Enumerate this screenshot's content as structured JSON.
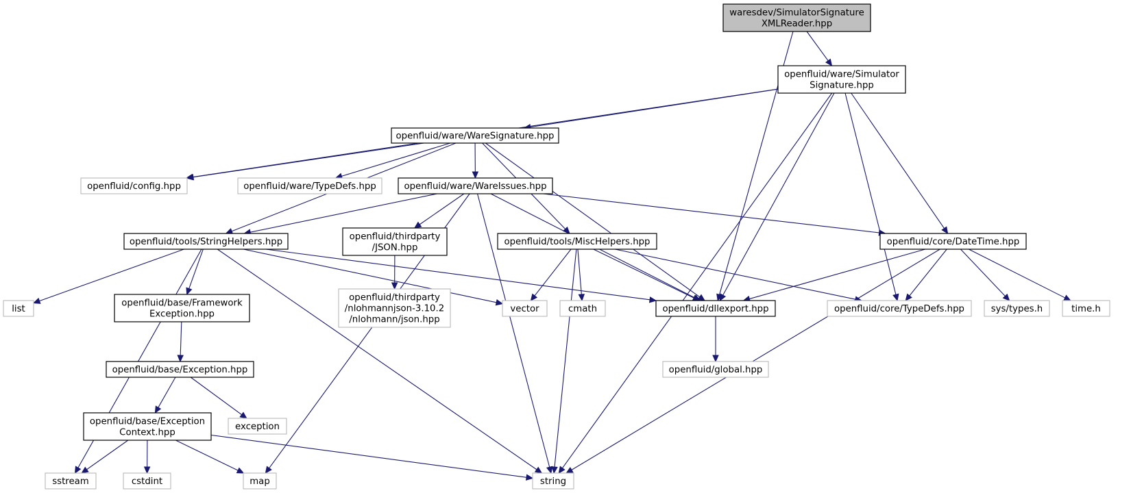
{
  "colors": {
    "edge": "#191970",
    "documented_border": "#000000",
    "external_border": "#bfbfbf",
    "root_fill": "#bfbfbf",
    "node_fill": "#ffffff",
    "text": "#000000"
  },
  "nodes": {
    "root": {
      "lines": [
        "waresdev/SimulatorSignature",
        "XMLReader.hpp"
      ],
      "kind": "root"
    },
    "simsig": {
      "lines": [
        "openfluid/ware/Simulator",
        "Signature.hpp"
      ],
      "kind": "documented"
    },
    "waresig": {
      "lines": [
        "openfluid/ware/WareSignature.hpp"
      ],
      "kind": "documented"
    },
    "config": {
      "lines": [
        "openfluid/config.hpp"
      ],
      "kind": "external"
    },
    "waretypedefs": {
      "lines": [
        "openfluid/ware/TypeDefs.hpp"
      ],
      "kind": "external"
    },
    "wareissues": {
      "lines": [
        "openfluid/ware/WareIssues.hpp"
      ],
      "kind": "documented"
    },
    "stringhelpers": {
      "lines": [
        "openfluid/tools/StringHelpers.hpp"
      ],
      "kind": "documented"
    },
    "json": {
      "lines": [
        "openfluid/thirdparty",
        "/JSON.hpp"
      ],
      "kind": "documented"
    },
    "mischelpers": {
      "lines": [
        "openfluid/tools/MiscHelpers.hpp"
      ],
      "kind": "documented"
    },
    "datetime": {
      "lines": [
        "openfluid/core/DateTime.hpp"
      ],
      "kind": "documented"
    },
    "list": {
      "lines": [
        "list"
      ],
      "kind": "external"
    },
    "fwexception": {
      "lines": [
        "openfluid/base/Framework",
        "Exception.hpp"
      ],
      "kind": "documented"
    },
    "nlohmann": {
      "lines": [
        "openfluid/thirdparty",
        "/nlohmannjson-3.10.2",
        "/nlohmann/json.hpp"
      ],
      "kind": "external"
    },
    "vector": {
      "lines": [
        "vector"
      ],
      "kind": "external"
    },
    "cmath": {
      "lines": [
        "cmath"
      ],
      "kind": "external"
    },
    "dllexport": {
      "lines": [
        "openfluid/dllexport.hpp"
      ],
      "kind": "documented"
    },
    "coretypedefs": {
      "lines": [
        "openfluid/core/TypeDefs.hpp"
      ],
      "kind": "external"
    },
    "systypes": {
      "lines": [
        "sys/types.h"
      ],
      "kind": "external"
    },
    "timeh": {
      "lines": [
        "time.h"
      ],
      "kind": "external"
    },
    "exception_hpp": {
      "lines": [
        "openfluid/base/Exception.hpp"
      ],
      "kind": "documented"
    },
    "globalhpp": {
      "lines": [
        "openfluid/global.hpp"
      ],
      "kind": "external"
    },
    "exccontext": {
      "lines": [
        "openfluid/base/Exception",
        "Context.hpp"
      ],
      "kind": "documented"
    },
    "exception_std": {
      "lines": [
        "exception"
      ],
      "kind": "external"
    },
    "sstream": {
      "lines": [
        "sstream"
      ],
      "kind": "external"
    },
    "cstdint": {
      "lines": [
        "cstdint"
      ],
      "kind": "external"
    },
    "map": {
      "lines": [
        "map"
      ],
      "kind": "external"
    },
    "string": {
      "lines": [
        "string"
      ],
      "kind": "external"
    }
  },
  "edges": [
    [
      "root",
      "dllexport"
    ],
    [
      "root",
      "simsig"
    ],
    [
      "simsig",
      "config"
    ],
    [
      "simsig",
      "waresig"
    ],
    [
      "simsig",
      "dllexport"
    ],
    [
      "simsig",
      "string"
    ],
    [
      "simsig",
      "coretypedefs"
    ],
    [
      "simsig",
      "datetime"
    ],
    [
      "waresig",
      "config"
    ],
    [
      "waresig",
      "stringhelpers"
    ],
    [
      "waresig",
      "waretypedefs"
    ],
    [
      "waresig",
      "wareissues"
    ],
    [
      "waresig",
      "mischelpers"
    ],
    [
      "waresig",
      "dllexport"
    ],
    [
      "wareissues",
      "stringhelpers"
    ],
    [
      "wareissues",
      "json"
    ],
    [
      "wareissues",
      "map"
    ],
    [
      "wareissues",
      "string"
    ],
    [
      "wareissues",
      "dllexport"
    ],
    [
      "wareissues",
      "datetime"
    ],
    [
      "stringhelpers",
      "list"
    ],
    [
      "stringhelpers",
      "sstream"
    ],
    [
      "stringhelpers",
      "fwexception"
    ],
    [
      "stringhelpers",
      "string"
    ],
    [
      "stringhelpers",
      "vector"
    ],
    [
      "stringhelpers",
      "dllexport"
    ],
    [
      "json",
      "nlohmann"
    ],
    [
      "mischelpers",
      "vector"
    ],
    [
      "mischelpers",
      "cmath"
    ],
    [
      "mischelpers",
      "string"
    ],
    [
      "mischelpers",
      "dllexport"
    ],
    [
      "mischelpers",
      "coretypedefs"
    ],
    [
      "datetime",
      "dllexport"
    ],
    [
      "datetime",
      "coretypedefs"
    ],
    [
      "datetime",
      "systypes"
    ],
    [
      "datetime",
      "timeh"
    ],
    [
      "datetime",
      "string"
    ],
    [
      "fwexception",
      "exception_hpp"
    ],
    [
      "dllexport",
      "globalhpp"
    ],
    [
      "exception_hpp",
      "exccontext"
    ],
    [
      "exception_hpp",
      "exception_std"
    ],
    [
      "exccontext",
      "sstream"
    ],
    [
      "exccontext",
      "cstdint"
    ],
    [
      "exccontext",
      "map"
    ],
    [
      "exccontext",
      "string"
    ]
  ]
}
